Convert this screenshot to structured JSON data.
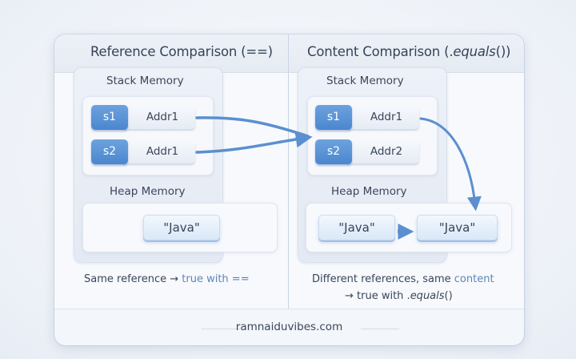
{
  "left_panel": {
    "title": "Reference Comparison (==)",
    "stack_title": "Stack Memory",
    "heap_title": "Heap Memory",
    "variables": [
      {
        "name": "s1",
        "address": "Addr1"
      },
      {
        "name": "s2",
        "address": "Addr1"
      }
    ],
    "heap_objects": [
      "\"Java\""
    ],
    "caption_prefix": "Same reference",
    "caption_arrow": "→",
    "caption_highlight": "true with =="
  },
  "right_panel": {
    "title_prefix": "Content Comparison (.",
    "title_italic": "equals",
    "title_suffix": "())",
    "stack_title": "Stack Memory",
    "heap_title": "Heap Memory",
    "variables": [
      {
        "name": "s1",
        "address": "Addr1"
      },
      {
        "name": "s2",
        "address": "Addr2"
      }
    ],
    "heap_objects": [
      "\"Java\"",
      "\"Java\""
    ],
    "caption_line1_prefix": "Different references, same",
    "caption_line1_highlight": "content",
    "caption_line2_prefix": "→ true with .",
    "caption_line2_italic": "equals",
    "caption_line2_suffix": "()"
  },
  "footer": {
    "text": "ramnaiduvibes.com"
  },
  "colors": {
    "accent": "#5b8fcf",
    "variable_fill": "#4a86cf",
    "highlight_text": "#5f86b8",
    "text": "#3b465a"
  }
}
